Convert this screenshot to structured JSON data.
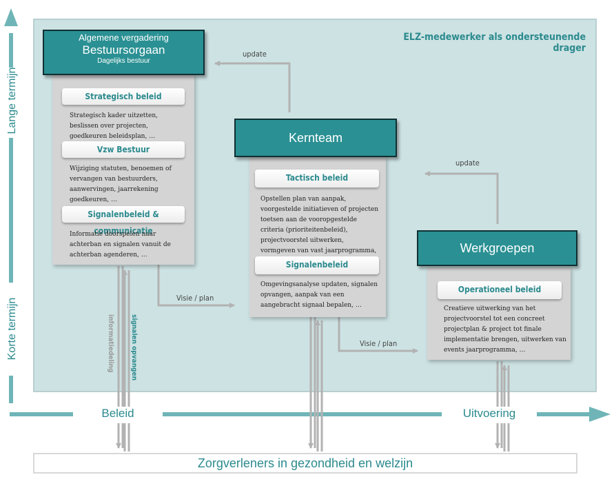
{
  "panel": {
    "title": "ELZ-medewerker als ondersteunende drager"
  },
  "axis": {
    "long_term": "Lange termijn",
    "short_term": "Korte termijn",
    "beleid": "Beleid",
    "uitvoering": "Uitvoering"
  },
  "bestuursorgaan": {
    "line1": "Algemene vergadering",
    "title": "Bestuursorgaan",
    "line3": "Dagelijks bestuur",
    "sections": [
      {
        "title": "Strategisch beleid",
        "text": "Strategisch kader uitzetten, beslissen over projecten, goedkeuren beleidsplan, …"
      },
      {
        "title": "Vzw Bestuur",
        "text": "Wijziging statuten, benoemen of vervangen van bestuurders, aanwervingen, jaarrekening goedkeuren, …"
      },
      {
        "title": "Signalenbeleid & communicatie",
        "text": "Informatie doorspelen naar achterban en signalen vanuit de achterban agenderen, …"
      }
    ]
  },
  "kernteam": {
    "title": "Kernteam",
    "sections": [
      {
        "title": "Tactisch beleid",
        "text": "Opstellen plan van aanpak, voorgestelde initiatieven of projecten toetsen aan de vooropgestelde criteria (prioriteitenbeleid), projectvoorstel uitwerken, vormgeven van vast jaarprogramma, …"
      },
      {
        "title": "Signalenbeleid",
        "text": "Omgevingsanalyse updaten, signalen opvangen, aanpak van een aangebracht signaal bepalen, …"
      }
    ]
  },
  "werkgroepen": {
    "title": "Werkgroepen",
    "sections": [
      {
        "title": "Operationeel beleid",
        "text": "Creatieve uitwerking van het projectvoorstel tot een concreet projectplan & project tot finale implementatie brengen, uitwerken van events jaarprogramma, …"
      }
    ]
  },
  "arrows": {
    "update_top": "update",
    "update_right": "update",
    "visie_plan_1": "Visie / plan",
    "visie_plan_2": "Visie / plan",
    "informatiedeling": "informatiedeling",
    "signalen_opvangen": "signalen opvangen"
  },
  "bottom": {
    "title": "Zorgverleners in gezondheid en welzijn"
  },
  "colors": {
    "teal": "#2a9093",
    "panel": "#cde2e3",
    "arrow": "#b2b2b2",
    "axis_arrow": "#6fb5b7"
  }
}
